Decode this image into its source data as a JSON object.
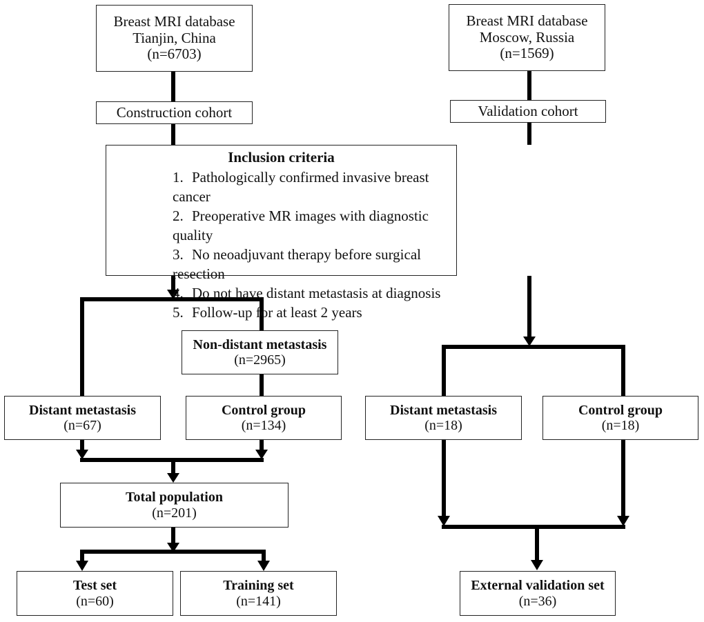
{
  "diagram": {
    "type": "flowchart",
    "left_branch": {
      "source": {
        "line1": "Breast MRI database",
        "line2": "Tianjin, China",
        "count": "(n=6703)"
      },
      "cohort": "Construction cohort",
      "non_distant": {
        "label": "Non-distant metastasis",
        "count": "(n=2965)"
      },
      "distant": {
        "label": "Distant metastasis",
        "count": "(n=67)"
      },
      "control": {
        "label": "Control group",
        "count": "(n=134)"
      },
      "total": {
        "label": "Total population",
        "count": "(n=201)"
      },
      "test": {
        "label": "Test set",
        "count": "(n=60)"
      },
      "training": {
        "label": "Training set",
        "count": "(n=141)"
      }
    },
    "right_branch": {
      "source": {
        "line1": "Breast MRI database",
        "line2": "Moscow, Russia",
        "count": "(n=1569)"
      },
      "cohort": "Validation cohort",
      "distant": {
        "label": "Distant metastasis",
        "count": "(n=18)"
      },
      "control": {
        "label": "Control group",
        "count": "(n=18)"
      },
      "external": {
        "label": "External validation set",
        "count": "(n=36)"
      }
    },
    "inclusion": {
      "title": "Inclusion criteria",
      "items": [
        {
          "num": "1.",
          "text": "Pathologically confirmed invasive breast cancer"
        },
        {
          "num": "2.",
          "text": "Preoperative MR images with diagnostic quality"
        },
        {
          "num": "3.",
          "text": "No neoadjuvant therapy before surgical resection"
        },
        {
          "num": "4.",
          "text": "Do not have distant metastasis at diagnosis"
        },
        {
          "num": "5.",
          "text": "Follow-up for at least 2 years"
        }
      ]
    },
    "colors": {
      "line": "#000000",
      "box_border": "#222222",
      "background": "#ffffff"
    }
  }
}
